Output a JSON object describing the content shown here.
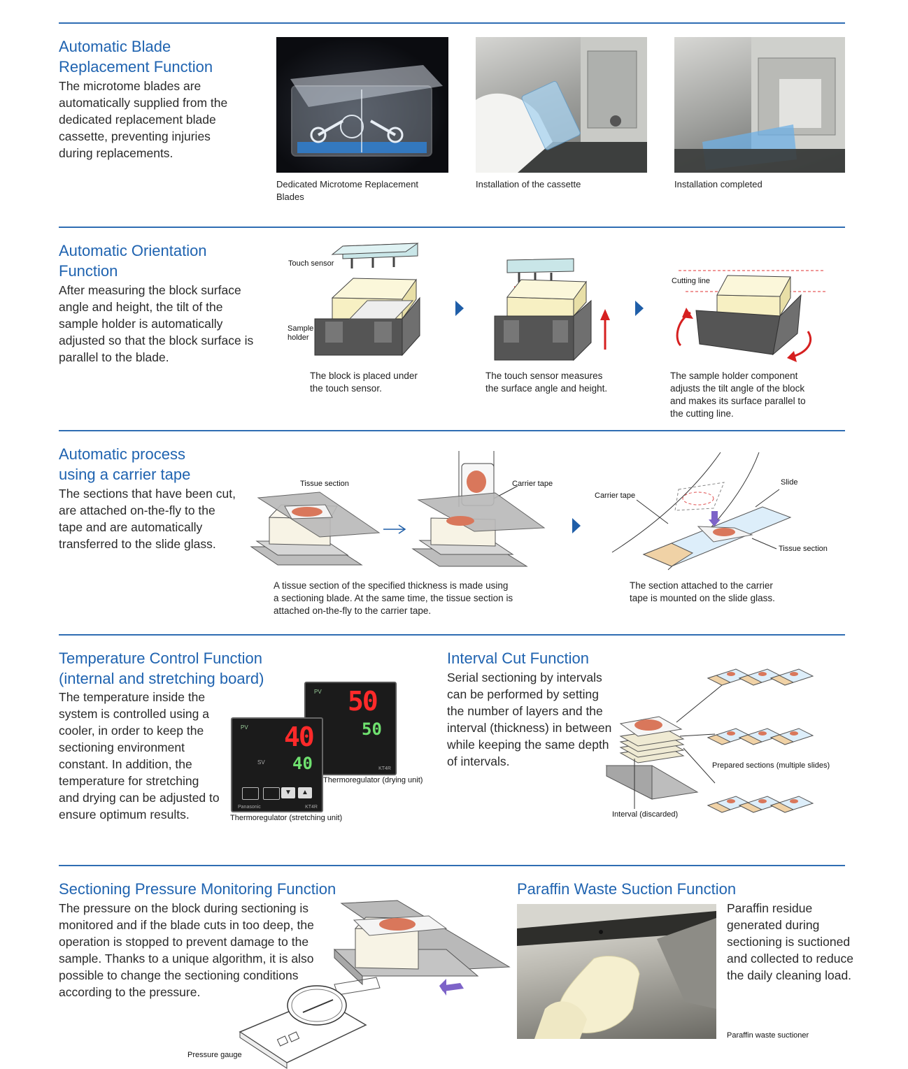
{
  "blade": {
    "title": "Automatic Blade Replacement Function",
    "text": "The microtome blades are automatically supplied from the dedicated replacement blade cassette, preventing injuries during replacements.",
    "captions": [
      "Dedicated Microtome Replacement Blades",
      "Installation of the cassette",
      "Installation completed"
    ]
  },
  "orientation": {
    "title": "Automatic Orientation Function",
    "text": "After measuring the block surface angle and height, the tilt of the sample holder is automatically adjusted so that the block surface is parallel to the blade.",
    "labels": {
      "touch_sensor": "Touch sensor",
      "sample_holder": "Sample holder",
      "cutting_line": "Cutting line"
    },
    "captions": [
      "The block is placed under the touch sensor.",
      "The touch sensor measures the surface angle and height.",
      "The sample holder component adjusts the tilt angle of the block and makes its surface parallel to the cutting line."
    ]
  },
  "carrier": {
    "title": "Automatic process using a carrier tape",
    "text": "The sections that have been cut, are attached on-the-fly to the tape and are automatically transferred to the slide glass.",
    "labels": {
      "tissue_section": "Tissue section",
      "carrier_tape": "Carrier tape",
      "slide": "Slide"
    },
    "captions": [
      "A tissue section of the specified thickness is made using a sectioning blade. At the same time, the tissue section is attached on-the-fly to the carrier tape.",
      "The section attached to the carrier tape is mounted on the slide glass."
    ]
  },
  "temperature": {
    "title": "Temperature Control Function (internal and stretching board)",
    "text": "The temperature inside the system is controlled using a cooler, in order to keep the sectioning environment constant. In addition, the temperature for stretching and drying can be adjusted to ensure optimum results.",
    "labels": {
      "drying": "Thermoregulator (drying unit)",
      "stretching": "Thermoregulator (stretching unit)"
    },
    "front_pv": "40",
    "front_sv": "40",
    "back_pv": "50",
    "back_sv": "50",
    "brand": "Panasonic",
    "model": "KT4R",
    "pv": "PV",
    "sv": "SV"
  },
  "interval": {
    "title": "Interval Cut Function",
    "text": "Serial sectioning by intervals can be performed by setting the number of layers and the interval (thickness) in between while keeping the same depth of intervals.",
    "labels": {
      "prepared": "Prepared sections (multiple slides)",
      "discarded": "Interval (discarded)"
    }
  },
  "pressure": {
    "title": "Sectioning Pressure Monitoring Function",
    "text": "The pressure on the block during sectioning is monitored and if the blade cuts in too deep, the operation is stopped to prevent damage to the sample. Thanks to a unique algorithm, it is also possible to change the sectioning conditions according to the pressure.",
    "labels": {
      "gauge": "Pressure gauge"
    }
  },
  "paraffin": {
    "title": "Paraffin Waste Suction Function",
    "text": "Paraffin residue generated during sectioning is suctioned and collected to reduce the daily cleaning load.",
    "labels": {
      "suctioner": "Paraffin waste suctioner"
    }
  }
}
